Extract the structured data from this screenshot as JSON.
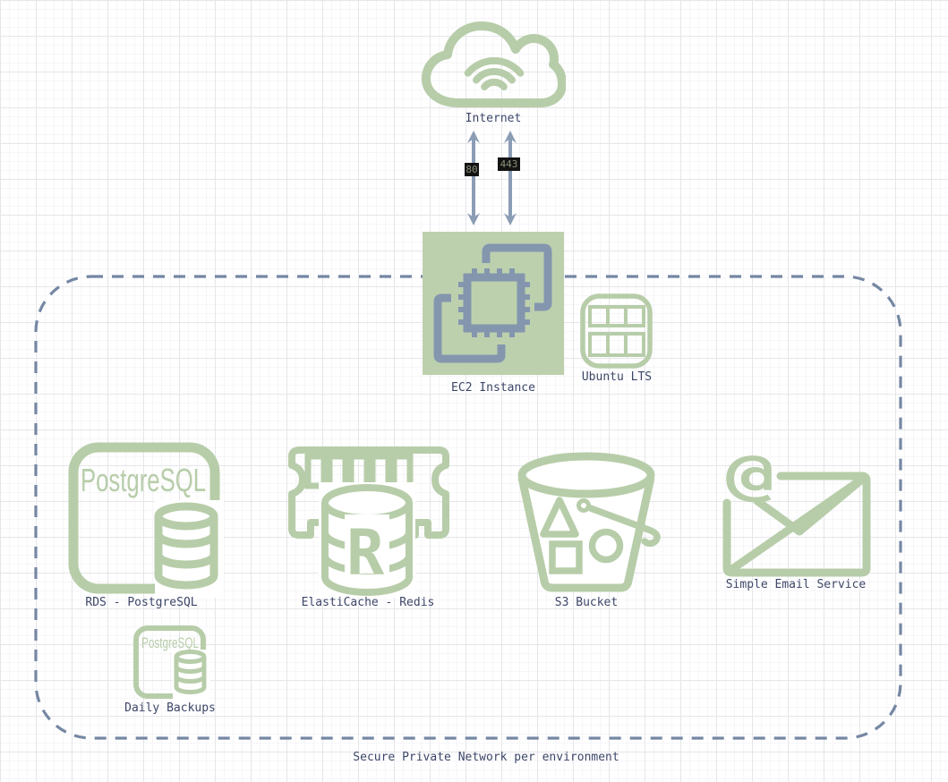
{
  "internet": {
    "label": "Internet"
  },
  "ports": {
    "http": "80",
    "https": "443"
  },
  "ec2": {
    "label": "EC2 Instance"
  },
  "ubuntu": {
    "label": "Ubuntu LTS"
  },
  "rds": {
    "label": "RDS - PostgreSQL",
    "logo_text": "PostgreSQL"
  },
  "elasticache": {
    "label": "ElastiCache - Redis",
    "logo_letter": "R"
  },
  "s3": {
    "label": "S3 Bucket"
  },
  "ses": {
    "label": "Simple Email Service",
    "at_glyph": "@"
  },
  "daily_backups": {
    "label": "Daily Backups",
    "logo_text": "PostgreSQL"
  },
  "network": {
    "label": "Secure Private Network per environment"
  },
  "colors": {
    "icon_green_stroke": "#b7cda9",
    "ec2_green_fill": "#bdd0ae",
    "connector_blue": "#8b9cb5",
    "boundary_dash_blue": "#7587a3",
    "label_text": "#3d4668",
    "port_label_bg": "#131313",
    "port_label_text": "#8a9179"
  }
}
